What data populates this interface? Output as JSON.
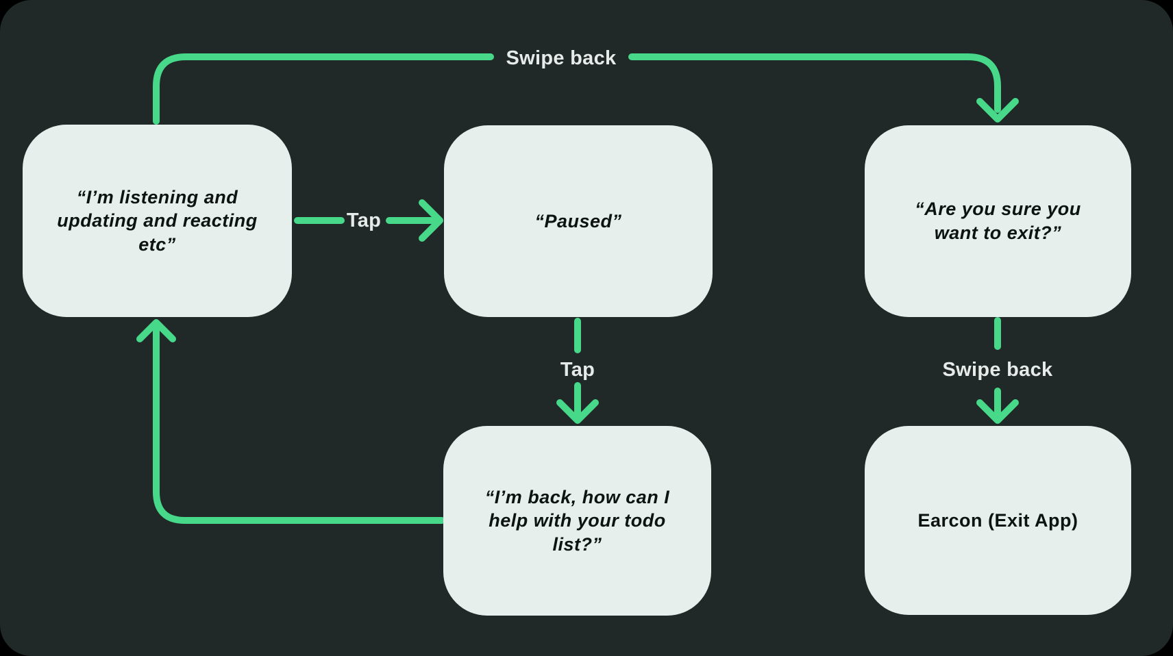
{
  "diagram": {
    "background": "#202927",
    "outer_background": "#000000",
    "node_fill": "#e7efec",
    "node_text_color": "#0c1310",
    "arrow_color": "#47d88a",
    "label_text_color": "#e6ebe9"
  },
  "nodes": [
    {
      "id": "listening",
      "text": "“I’m listening and updating and reacting etc”"
    },
    {
      "id": "paused",
      "text": "“Paused”"
    },
    {
      "id": "confirm_exit",
      "text": "“Are you sure you want to exit?”"
    },
    {
      "id": "back_from_pause",
      "text": "“I’m back, how can I help with your todo list?”"
    },
    {
      "id": "earcon_exit",
      "text": "Earcon (Exit App)"
    }
  ],
  "edges": [
    {
      "from": "listening",
      "to": "confirm_exit",
      "label": "Swipe back"
    },
    {
      "from": "listening",
      "to": "paused",
      "label": "Tap"
    },
    {
      "from": "paused",
      "to": "back_from_pause",
      "label": "Tap"
    },
    {
      "from": "confirm_exit",
      "to": "earcon_exit",
      "label": "Swipe back"
    },
    {
      "from": "back_from_pause",
      "to": "listening",
      "label": ""
    }
  ]
}
